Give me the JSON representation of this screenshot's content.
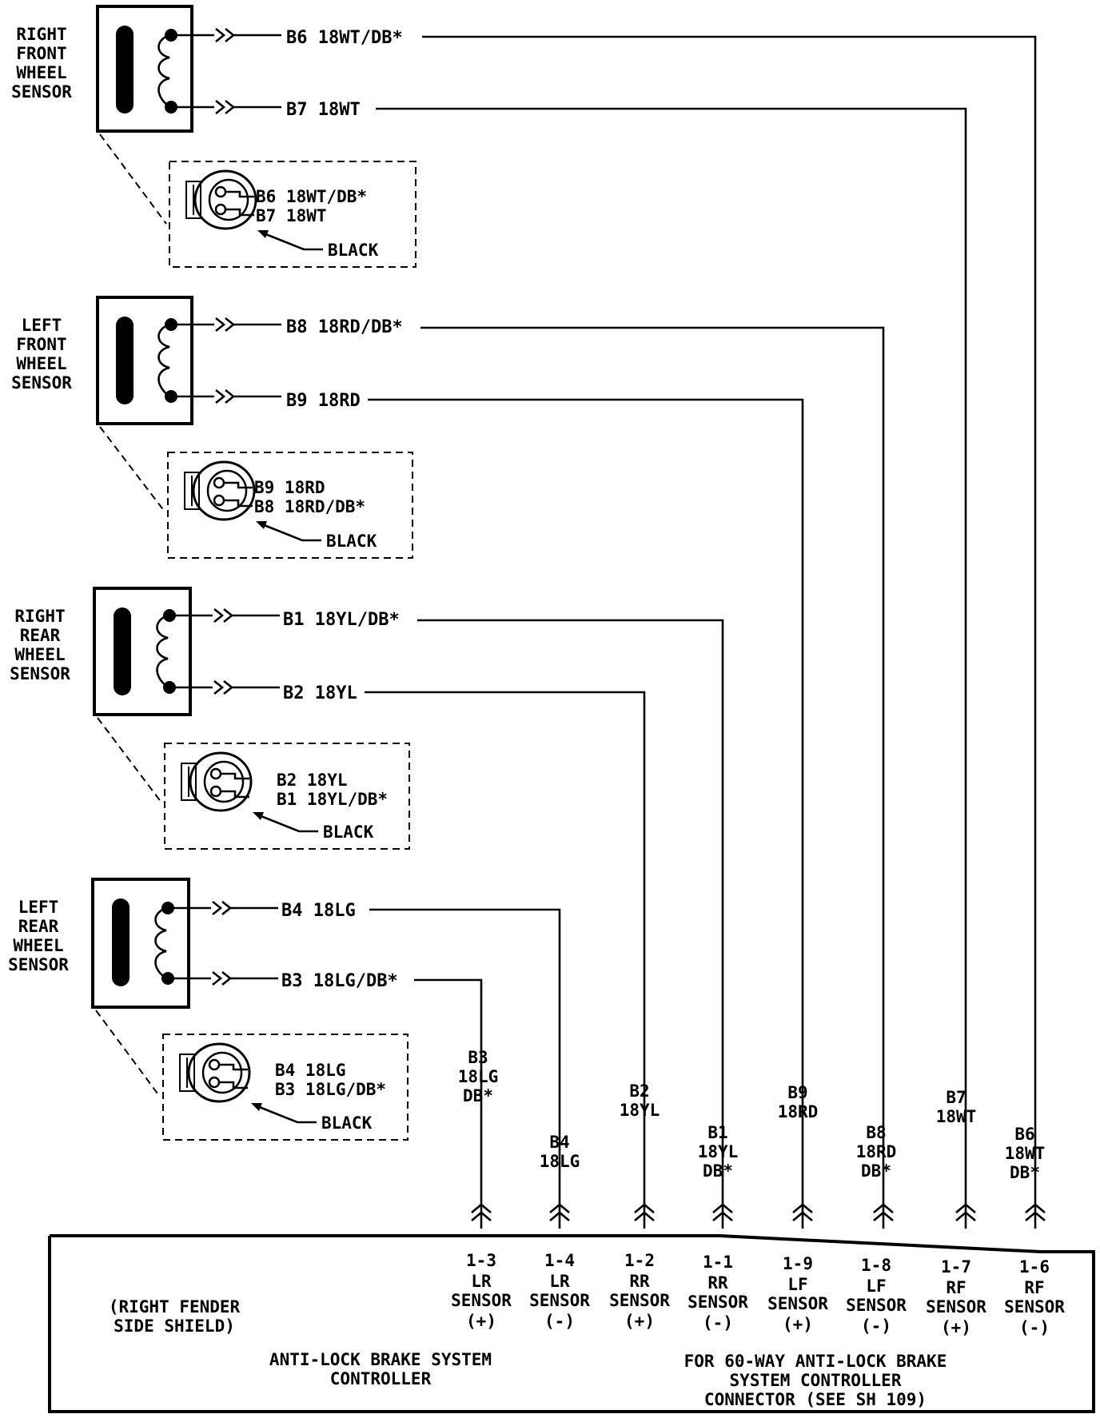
{
  "sensors": [
    {
      "name_lines": [
        "RIGHT",
        "FRONT",
        "WHEEL",
        "SENSOR"
      ],
      "wire_top": "B6  18WT/DB*",
      "wire_bottom": "B7  18WT",
      "conn_top": "B6  18WT/DB*",
      "conn_bottom": "B7  18WT",
      "conn_color": "BLACK"
    },
    {
      "name_lines": [
        "LEFT",
        "FRONT",
        "WHEEL",
        "SENSOR"
      ],
      "wire_top": "B8  18RD/DB*",
      "wire_bottom": "B9  18RD",
      "conn_top": "B9  18RD",
      "conn_bottom": "B8  18RD/DB*",
      "conn_color": "BLACK"
    },
    {
      "name_lines": [
        "RIGHT",
        "REAR",
        "WHEEL",
        "SENSOR"
      ],
      "wire_top": "B1  18YL/DB*",
      "wire_bottom": "B2  18YL",
      "conn_top": "B2  18YL",
      "conn_bottom": "B1  18YL/DB*",
      "conn_color": "BLACK"
    },
    {
      "name_lines": [
        "LEFT",
        "REAR",
        "WHEEL",
        "SENSOR"
      ],
      "wire_top": "B4  18LG",
      "wire_bottom": "B3  18LG/DB*",
      "conn_top": "B4  18LG",
      "conn_bottom": "B3  18LG/DB*",
      "conn_color": "BLACK"
    }
  ],
  "pins": [
    {
      "circuit": [
        "B3",
        "18LG",
        "DB*"
      ],
      "pin": "1-3",
      "name": [
        "LR",
        "SENSOR"
      ],
      "polarity": "(+)"
    },
    {
      "circuit": [
        "B4",
        "18LG"
      ],
      "pin": "1-4",
      "name": [
        "LR",
        "SENSOR"
      ],
      "polarity": "(-)"
    },
    {
      "circuit": [
        "B2",
        "18YL"
      ],
      "pin": "1-2",
      "name": [
        "RR",
        "SENSOR"
      ],
      "polarity": "(+)"
    },
    {
      "circuit": [
        "B1",
        "18YL",
        "DB*"
      ],
      "pin": "1-1",
      "name": [
        "RR",
        "SENSOR"
      ],
      "polarity": "(-)"
    },
    {
      "circuit": [
        "B9",
        "18RD"
      ],
      "pin": "1-9",
      "name": [
        "LF",
        "SENSOR"
      ],
      "polarity": "(+)"
    },
    {
      "circuit": [
        "B8",
        "18RD",
        "DB*"
      ],
      "pin": "1-8",
      "name": [
        "LF",
        "SENSOR"
      ],
      "polarity": "(-)"
    },
    {
      "circuit": [
        "B7",
        "18WT"
      ],
      "pin": "1-7",
      "name": [
        "RF",
        "SENSOR"
      ],
      "polarity": "(+)"
    },
    {
      "circuit": [
        "B6",
        "18WT",
        "DB*"
      ],
      "pin": "1-6",
      "name": [
        "RF",
        "SENSOR"
      ],
      "polarity": "(-)"
    }
  ],
  "controller": {
    "location": [
      "(RIGHT FENDER",
      "SIDE SHIELD)"
    ],
    "title": [
      "ANTI-LOCK BRAKE SYSTEM",
      "CONTROLLER"
    ],
    "connector_note": [
      "FOR 60-WAY ANTI-LOCK BRAKE",
      "SYSTEM CONTROLLER",
      "CONNECTOR (SEE SH 109)"
    ]
  }
}
